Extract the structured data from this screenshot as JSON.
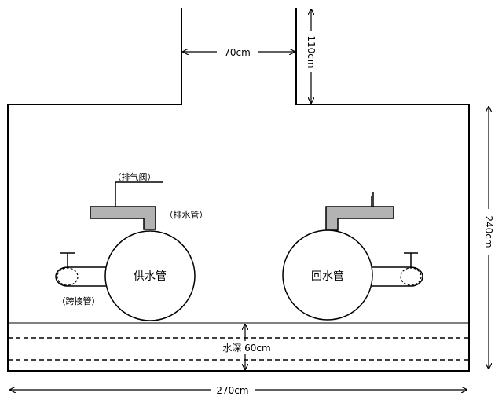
{
  "labels": {
    "shaft_width": "70cm",
    "shaft_height": "110cm",
    "pit_height": "240cm",
    "pit_width": "270cm",
    "water_depth": "水深 60cm",
    "air_valve": "（排气阀）",
    "drain_pipe": "（排水管）",
    "bypass_pipe": "（跨接管）",
    "supply_pipe": "供水管",
    "return_pipe": "回水管"
  },
  "colors": {
    "line": "#000000",
    "valve_fill": "#b3b3b3",
    "background": "#ffffff"
  }
}
